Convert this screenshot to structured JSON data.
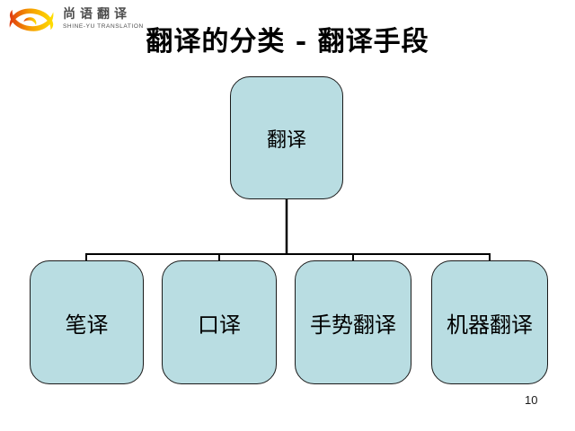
{
  "slide": {
    "title": "翻译的分类 - 翻译手段",
    "page_number": "10",
    "background_color": "#ffffff"
  },
  "logo": {
    "company_name": "尚语翻译",
    "company_subtitle": "SHINE-YU TRANSLATION",
    "icon": "swirl-icon",
    "swirl_colors": [
      "#e03a10",
      "#f59b00",
      "#ffdf00"
    ],
    "text_color": "#4d4d4d"
  },
  "diagram": {
    "type": "hierarchy",
    "root": {
      "label": "翻译"
    },
    "children": [
      {
        "label": "笔译"
      },
      {
        "label": "口译"
      },
      {
        "label": "手势翻译"
      },
      {
        "label": "机器翻译"
      }
    ],
    "node_fill": "#b9dde2",
    "node_border": "#1a1a1a",
    "connector_color": "#000000"
  }
}
